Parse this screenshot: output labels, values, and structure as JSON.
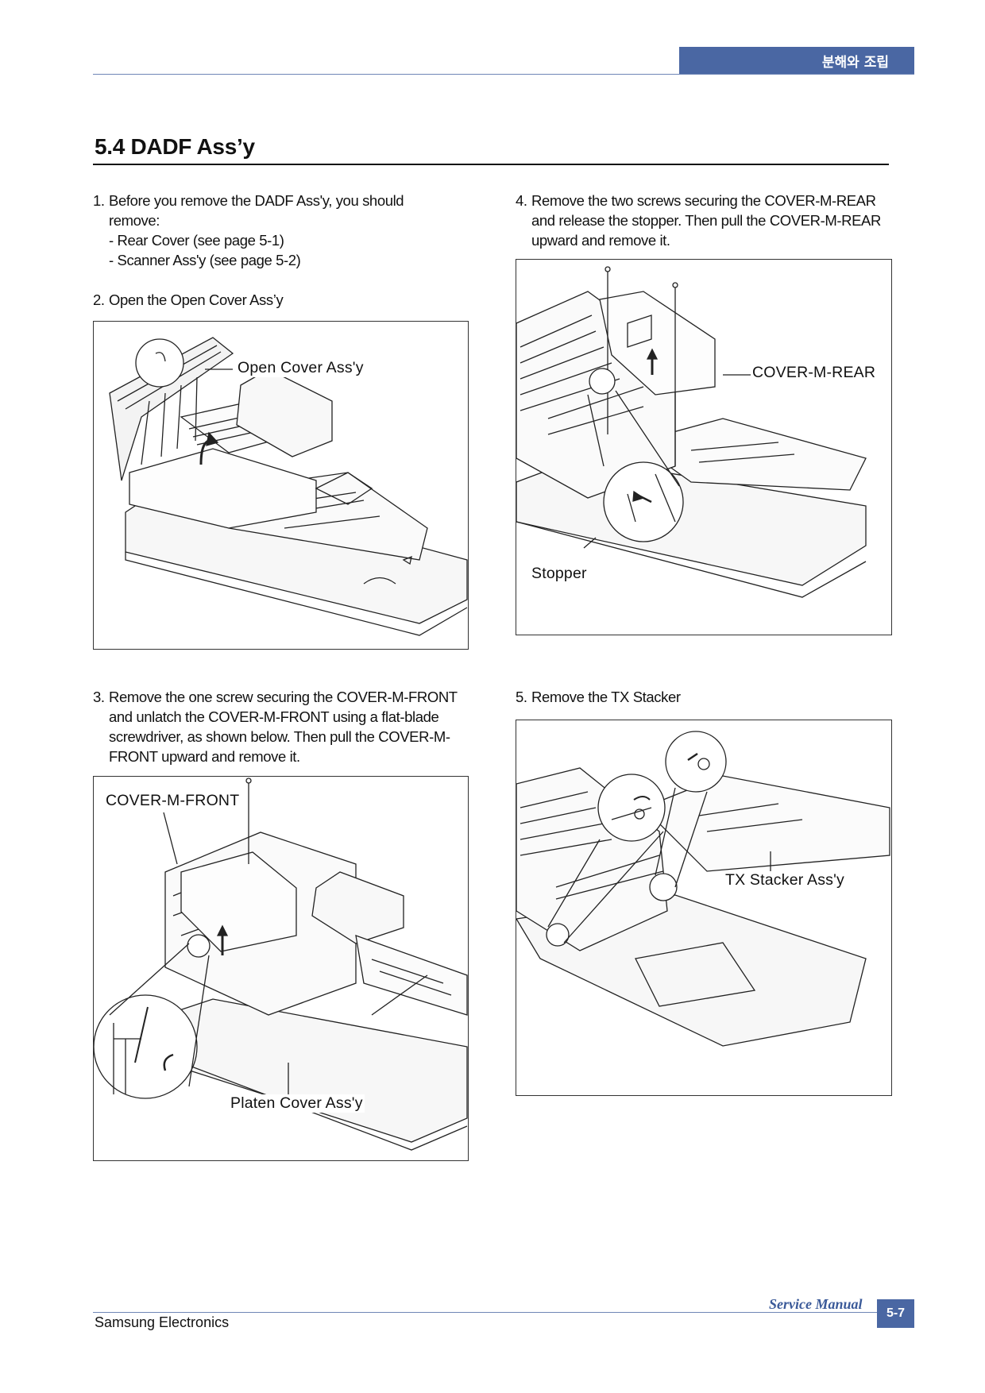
{
  "header": {
    "section_tab": "분해와 조립"
  },
  "title": "5.4  DADF Ass’y",
  "steps": {
    "s1": {
      "number": "1.",
      "line1": "Before you remove the DADF Ass'y,  you should",
      "line2": "remove:",
      "line3": "- Rear Cover (see page 5-1)",
      "line4": "- Scanner Ass'y (see page 5-2)"
    },
    "s2": {
      "number": "2.",
      "line1": "Open the Open Cover Ass’y"
    },
    "s3": {
      "number": "3.",
      "line1": "Remove the one screw securing the COVER-M-FRONT",
      "line2": "and unlatch the COVER-M-FRONT using a flat-blade",
      "line3": "screwdriver, as shown below. Then pull the COVER-M-",
      "line4": "FRONT upward and remove it."
    },
    "s4": {
      "number": "4.",
      "line1": "Remove the two screws securing the COVER-M-REAR",
      "line2": "and release the stopper. Then pull the COVER-M-REAR",
      "line3": "upward and remove it."
    },
    "s5": {
      "number": "5.",
      "line1": "Remove the TX Stacker"
    }
  },
  "figures": {
    "fig_open_cover": {
      "label": "Open Cover Ass'y"
    },
    "fig_cover_front": {
      "label_top": "COVER-M-FRONT",
      "label_bottom": "Platen Cover Ass'y"
    },
    "fig_cover_rear": {
      "label_right": "COVER-M-REAR",
      "label_left": "Stopper"
    },
    "fig_tx_stacker": {
      "label": "TX Stacker Ass'y"
    }
  },
  "footer": {
    "company": "Samsung Electronics",
    "manual": "Service Manual",
    "page": "5-7"
  }
}
